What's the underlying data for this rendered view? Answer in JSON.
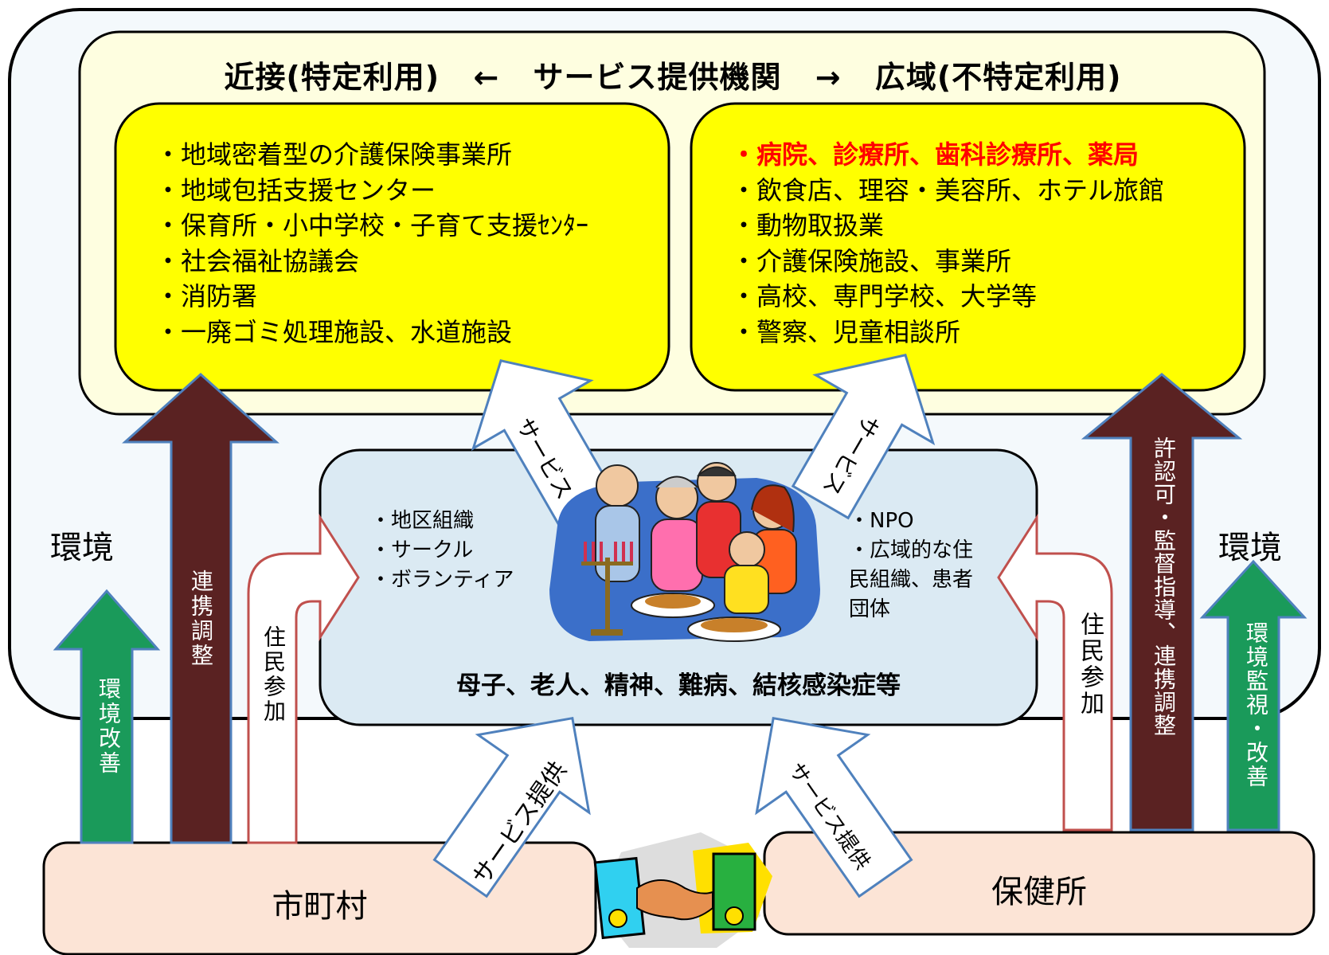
{
  "title": {
    "left": "近接(特定利用)",
    "arrow_left": "←",
    "center": "サービス提供機関",
    "arrow_right": "→",
    "right": "広域(不特定利用)"
  },
  "near_list": [
    "・地域密着型の介護保険事業所",
    "・地域包括支援センター",
    "・保育所・小中学校・子育て支援ｾﾝﾀｰ",
    "・社会福祉協議会",
    "・消防署",
    "・一廃ゴミ処理施設、水道施設"
  ],
  "wide_list_highlight": "・病院、診療所、歯科診療所、薬局",
  "wide_list": [
    "・飲食店、理容・美容所、ホテル旅館",
    "・動物取扱業",
    "・介護保険施設、事業所",
    "・高校、専門学校、大学等",
    "・警察、児童相談所"
  ],
  "community_left": [
    "・地区組織",
    "・サークル",
    "・ボランティア"
  ],
  "community_right": [
    "・NPO",
    "・広域的な住",
    "民組織、患者",
    "団体"
  ],
  "community_caption": "母子、老人、精神、難病、結核感染症等",
  "service_label": "サービス",
  "service_provision_label": "サービス提供",
  "environment_label": "環境",
  "environment_improvement": "環境改善",
  "liaison": "連携調整",
  "resident_participation": "住民参加",
  "permits": "許認可・監督指導、連携調整",
  "env_monitoring": "環境監視・改善",
  "municipality": "市町村",
  "health_center": "保健所",
  "colors": {
    "outer_bg": "#f4f9fc",
    "provider_panel": "#fefee0",
    "provider_box": "#ffff00",
    "community_box": "#dbeaf3",
    "bottom_box": "#fce4d6",
    "maroon_arrow": "#5a2222",
    "green_arrow": "#1a9a5a",
    "outline_arrow_stroke": "#4f81bd",
    "resident_arrow_stroke": "#c0504d",
    "highlight_text": "#ff0000"
  },
  "icons": [
    "family-illustration",
    "handshake-money-icon"
  ]
}
